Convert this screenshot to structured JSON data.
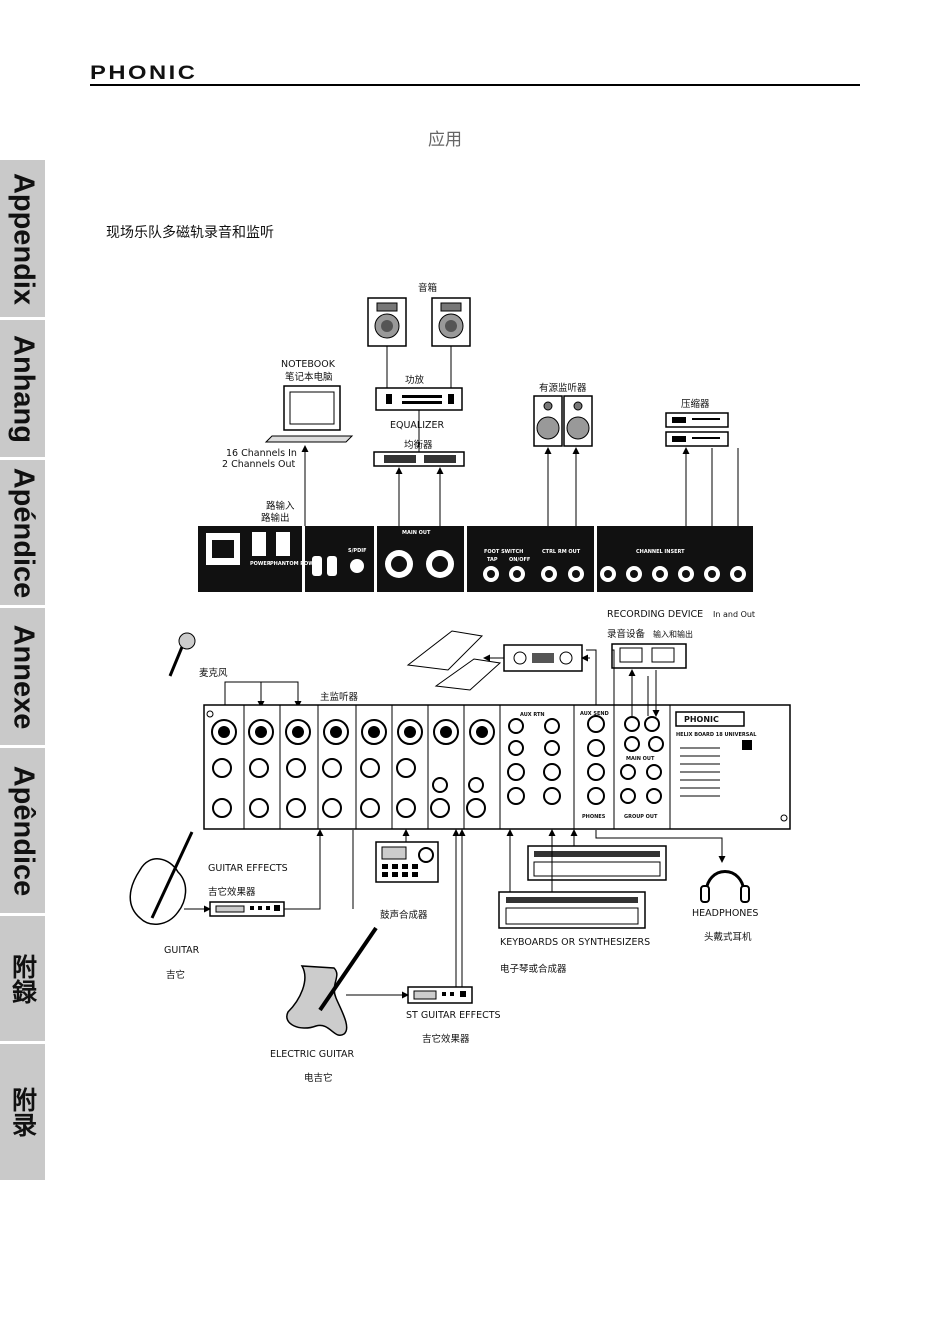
{
  "header": {
    "brand": "PHONIC"
  },
  "page": {
    "section_title": "应用",
    "subtitle": "现场乐队多磁轨录音和监听"
  },
  "side_tabs": [
    {
      "label": "Appendix"
    },
    {
      "label": "Anhang"
    },
    {
      "label": "Apéndice"
    },
    {
      "label": "Annexe"
    },
    {
      "label": "Apêndice"
    },
    {
      "label": "附録"
    },
    {
      "label": "附录"
    }
  ],
  "diagram": {
    "speakers": "音箱",
    "notebook": "NOTEBOOK",
    "notebook_cn": "笔记本电脑",
    "amp": "功放",
    "equalizer": "EQUALIZER",
    "equalizer_cn": "均衡器",
    "active_monitors": "有源监听器",
    "compressor": "压缩器",
    "channels_in": "16 Channels In",
    "channels_out": "2 Channels Out",
    "route_in": "路输入",
    "route_out": "路输出",
    "power": "POWER",
    "phantom": "PHANTOM POWER",
    "spdif": "S/PDIF",
    "main_out": "MAIN OUT",
    "foot_switch": "FOOT SWITCH",
    "tap": "TAP",
    "on_off": "ON/OFF",
    "ctrl_rm_out": "CTRL RM OUT",
    "channel_insert": "CHANNEL INSERT",
    "recording_device": "RECORDING DEVICE",
    "in_and_out": "In and Out",
    "recording_device_cn": "录音设备",
    "in_and_out_cn": "输入和输出",
    "mic_cn": "麦克风",
    "main_monitor_cn": "主监听器",
    "mixer_brand": "PHONIC",
    "mixer_model": "HELIX BOARD 18 UNIVERSAL",
    "aux_rtn": "AUX RTN",
    "aux_send": "AUX SEND",
    "phones": "PHONES",
    "main_out_panel": "MAIN OUT",
    "group_out": "GROUP OUT",
    "guitar_effects": "GUITAR EFFECTS",
    "guitar_effects_cn": "吉它效果器",
    "guitar": "GUITAR",
    "guitar_cn": "吉它",
    "drum_synth_cn": "鼓声合成器",
    "keyboards": "KEYBOARDS OR SYNTHESIZERS",
    "keyboards_cn": "电子琴或合成器",
    "headphones": "HEADPHONES",
    "headphones_cn": "头戴式耳机",
    "st_guitar_effects": "ST GUITAR  EFFECTS",
    "st_guitar_effects_cn": "吉它效果器",
    "electric_guitar": "ELECTRIC GUITAR",
    "electric_guitar_cn": "电吉它"
  }
}
